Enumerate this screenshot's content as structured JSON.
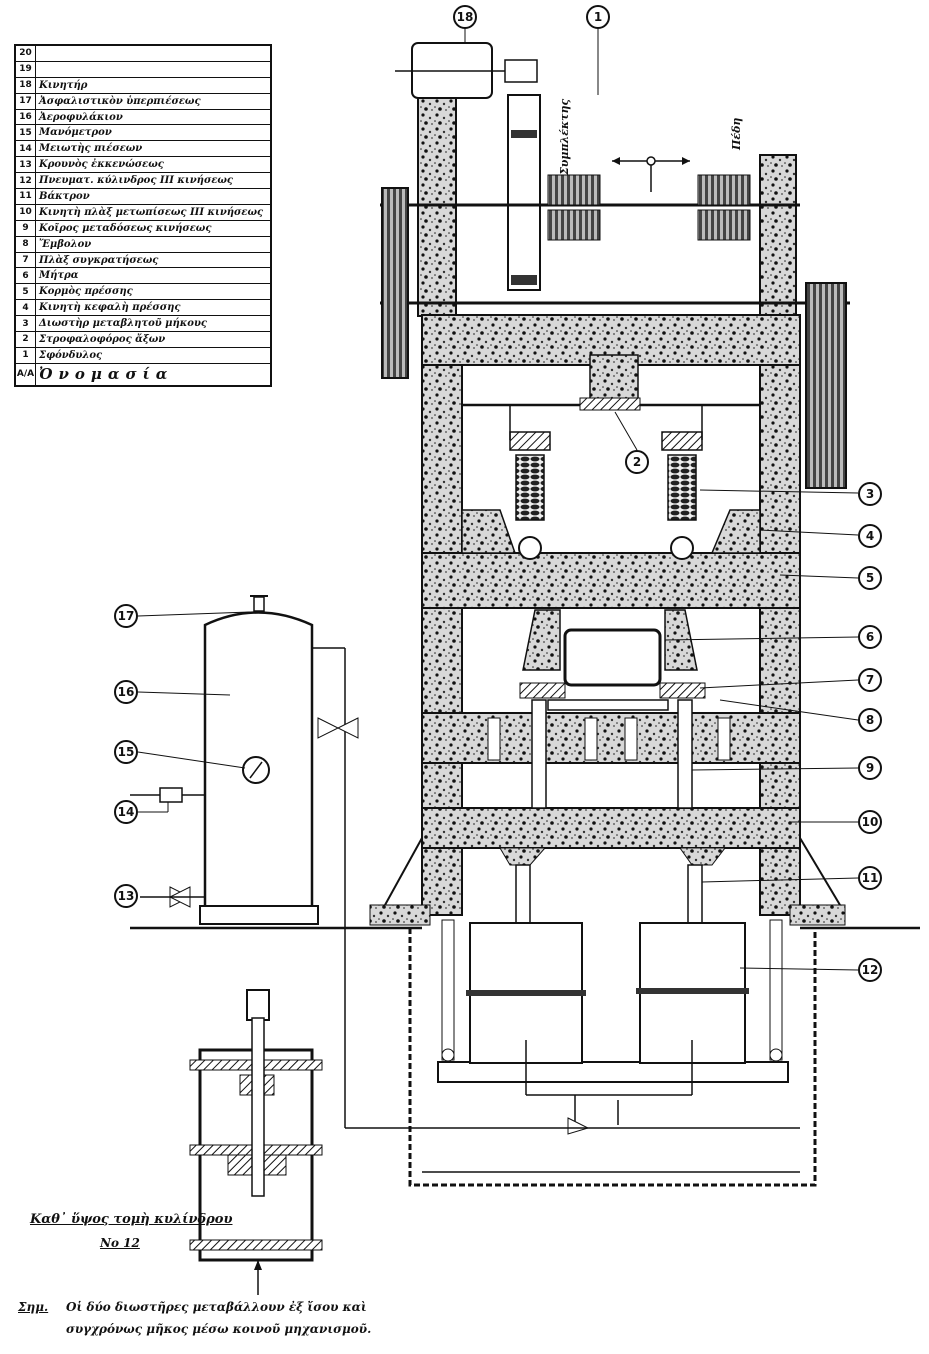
{
  "legend": {
    "rows": [
      {
        "num": "20",
        "name": ""
      },
      {
        "num": "19",
        "name": ""
      },
      {
        "num": "18",
        "name": "Κινητήρ"
      },
      {
        "num": "17",
        "name": "Ἀσφαλιστικὸν ὑπερπιέσεως"
      },
      {
        "num": "16",
        "name": "Ἀεροφυλάκιον"
      },
      {
        "num": "15",
        "name": "Μανόμετρον"
      },
      {
        "num": "14",
        "name": "Μειωτὴς πιέσεων"
      },
      {
        "num": "13",
        "name": "Κρουνὸς ἐκκενώσεως"
      },
      {
        "num": "12",
        "name": "Πνευματ. κύλινδρος ΙΙΙ κινήσεως"
      },
      {
        "num": "11",
        "name": "Βάκτρον"
      },
      {
        "num": "10",
        "name": "Κινητὴ πλὰξ μετωπίσεως ΙΙΙ κινήσεως"
      },
      {
        "num": "9",
        "name": "Κοῖρος μεταδόσεως κινήσεως"
      },
      {
        "num": "8",
        "name": "Ἔμβολον"
      },
      {
        "num": "7",
        "name": "Πλὰξ συγκρατήσεως"
      },
      {
        "num": "6",
        "name": "Μήτρα"
      },
      {
        "num": "5",
        "name": "Κορμὸς πρέσσης"
      },
      {
        "num": "4",
        "name": "Κινητὴ κεφαλὴ πρέσσης"
      },
      {
        "num": "3",
        "name": "Διωστὴρ μεταβλητοῦ μήκους"
      },
      {
        "num": "2",
        "name": "Στροφαλοφόρος ἄξων"
      },
      {
        "num": "1",
        "name": "Σφόνδυλος"
      },
      {
        "num": "Α/Α",
        "name": "Ὀνομασία"
      }
    ]
  },
  "callouts": [
    "18",
    "1",
    "2",
    "3",
    "4",
    "5",
    "6",
    "7",
    "8",
    "9",
    "10",
    "11",
    "12",
    "17",
    "16",
    "15",
    "14",
    "13"
  ],
  "clutch_labels": {
    "left": "Συμπλέκτης",
    "right": "Πέδη"
  },
  "section_caption": {
    "line1": "Καθ᾽ ὕψος τομὴ κυλίνδρου",
    "line2": "Νο 12"
  },
  "note": {
    "prefix": "Σημ.",
    "line1": "Οἱ δύο διωστῆρες μεταβάλλουν ἐξ ἴσου καὶ",
    "line2": "συγχρόνως μῆκος μέσω κοινοῦ μηχανισμοῦ."
  }
}
